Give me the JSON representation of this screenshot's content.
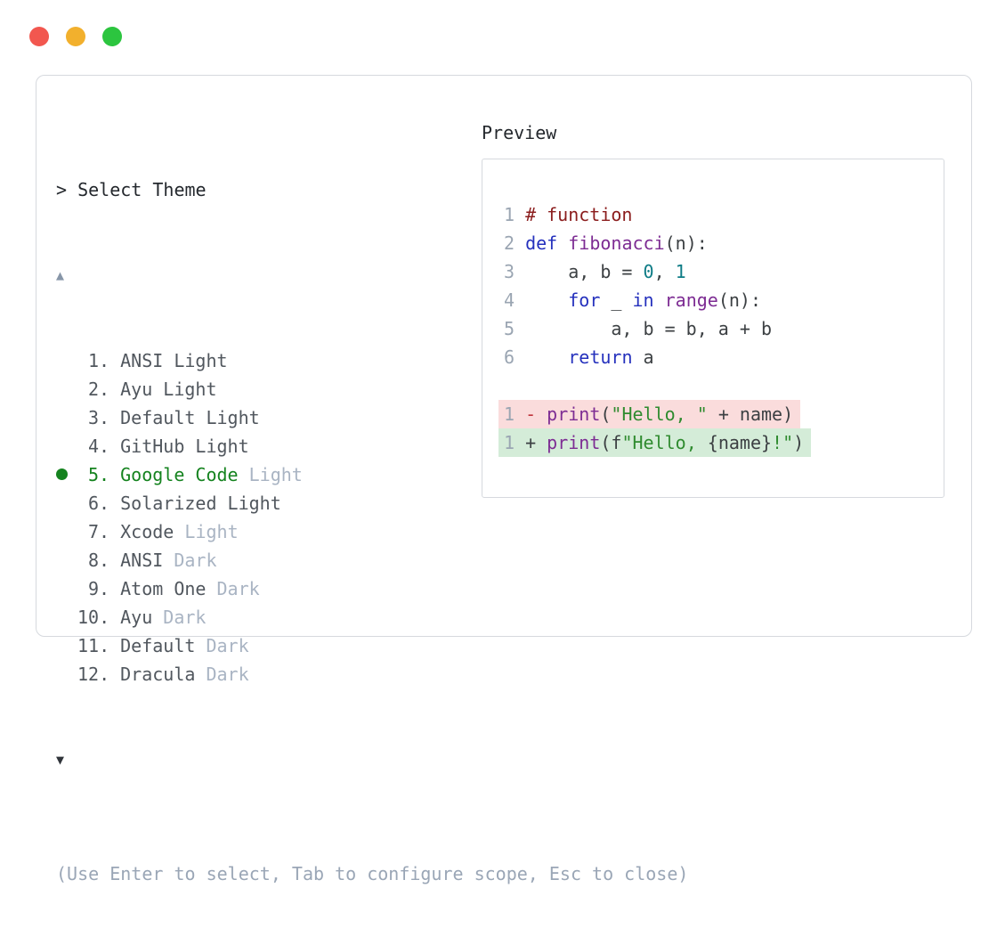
{
  "window": {
    "controls": [
      "close",
      "minimize",
      "zoom"
    ]
  },
  "picker": {
    "prompt": "> Select Theme",
    "scroll_up": "▲",
    "scroll_down": "▼",
    "items": [
      {
        "number": "1.",
        "main": "ANSI Light",
        "muted": "",
        "selected": false
      },
      {
        "number": "2.",
        "main": "Ayu Light",
        "muted": "",
        "selected": false
      },
      {
        "number": "3.",
        "main": "Default Light",
        "muted": "",
        "selected": false
      },
      {
        "number": "4.",
        "main": "GitHub Light",
        "muted": "",
        "selected": false
      },
      {
        "number": "5.",
        "main": "Google Code",
        "muted": " Light",
        "selected": true
      },
      {
        "number": "6.",
        "main": "Solarized Light",
        "muted": "",
        "selected": false
      },
      {
        "number": "7.",
        "main": "Xcode",
        "muted": " Light",
        "selected": false
      },
      {
        "number": "8.",
        "main": "ANSI",
        "muted": " Dark",
        "selected": false
      },
      {
        "number": "9.",
        "main": "Atom One",
        "muted": " Dark",
        "selected": false
      },
      {
        "number": "10.",
        "main": "Ayu",
        "muted": " Dark",
        "selected": false
      },
      {
        "number": "11.",
        "main": "Default",
        "muted": " Dark",
        "selected": false
      },
      {
        "number": "12.",
        "main": "Dracula",
        "muted": " Dark",
        "selected": false
      }
    ],
    "hint": "(Use Enter to select, Tab to configure scope, Esc to close)"
  },
  "preview": {
    "label": "Preview",
    "code_lines": [
      {
        "num": "1",
        "tokens": [
          {
            "c": "cm",
            "t": "# function"
          }
        ]
      },
      {
        "num": "2",
        "tokens": [
          {
            "c": "kw",
            "t": "def"
          },
          {
            "c": "pl",
            "t": " "
          },
          {
            "c": "fn",
            "t": "fibonacci"
          },
          {
            "c": "pl",
            "t": "(n):"
          }
        ]
      },
      {
        "num": "3",
        "tokens": [
          {
            "c": "pl",
            "t": "    a, b = "
          },
          {
            "c": "lit",
            "t": "0"
          },
          {
            "c": "pl",
            "t": ", "
          },
          {
            "c": "lit",
            "t": "1"
          }
        ]
      },
      {
        "num": "4",
        "tokens": [
          {
            "c": "pl",
            "t": "    "
          },
          {
            "c": "kw",
            "t": "for"
          },
          {
            "c": "pl",
            "t": " _ "
          },
          {
            "c": "kw",
            "t": "in"
          },
          {
            "c": "pl",
            "t": " "
          },
          {
            "c": "fn",
            "t": "range"
          },
          {
            "c": "pl",
            "t": "(n):"
          }
        ]
      },
      {
        "num": "5",
        "tokens": [
          {
            "c": "pl",
            "t": "        a, b = b, a + b"
          }
        ]
      },
      {
        "num": "6",
        "tokens": [
          {
            "c": "pl",
            "t": "    "
          },
          {
            "c": "kw",
            "t": "return"
          },
          {
            "c": "pl",
            "t": " a"
          }
        ]
      }
    ],
    "diff_lines": [
      {
        "num": "1",
        "kind": "removed",
        "tokens": [
          {
            "c": "mn",
            "t": "- "
          },
          {
            "c": "fn",
            "t": "print"
          },
          {
            "c": "pl",
            "t": "("
          },
          {
            "c": "str",
            "t": "\"Hello, \""
          },
          {
            "c": "pl",
            "t": " + name)"
          }
        ]
      },
      {
        "num": "1",
        "kind": "added",
        "tokens": [
          {
            "c": "pl",
            "t": "+ "
          },
          {
            "c": "fn",
            "t": "print"
          },
          {
            "c": "pl",
            "t": "(f"
          },
          {
            "c": "str",
            "t": "\"Hello, "
          },
          {
            "c": "pl",
            "t": "{name}"
          },
          {
            "c": "str",
            "t": "!\""
          },
          {
            "c": "pl",
            "t": ")"
          }
        ]
      }
    ]
  },
  "colors": {
    "traffic_red": "#f2574f",
    "traffic_yellow": "#f2b02d",
    "traffic_green": "#2cc53f",
    "border": "#d6d9de",
    "text_primary": "#24282d",
    "text_list": "#51575e",
    "muted": "#a9b4c3",
    "hint": "#9aa6b6",
    "selected_green": "#15831f",
    "scroll_up": "#8796a8",
    "scroll_down": "#30343a",
    "line_number": "#9aa5b2",
    "code_plain": "#3c4043",
    "syntax_comment": "#8b1d1d",
    "syntax_keyword": "#2531bd",
    "syntax_function": "#7d2c93",
    "syntax_literal": "#0e7c86",
    "syntax_string": "#2f8b2f",
    "diff_minus": "#c0343c",
    "diff_removed_bg": "#fadcdc",
    "diff_added_bg": "#d4ecd8"
  }
}
